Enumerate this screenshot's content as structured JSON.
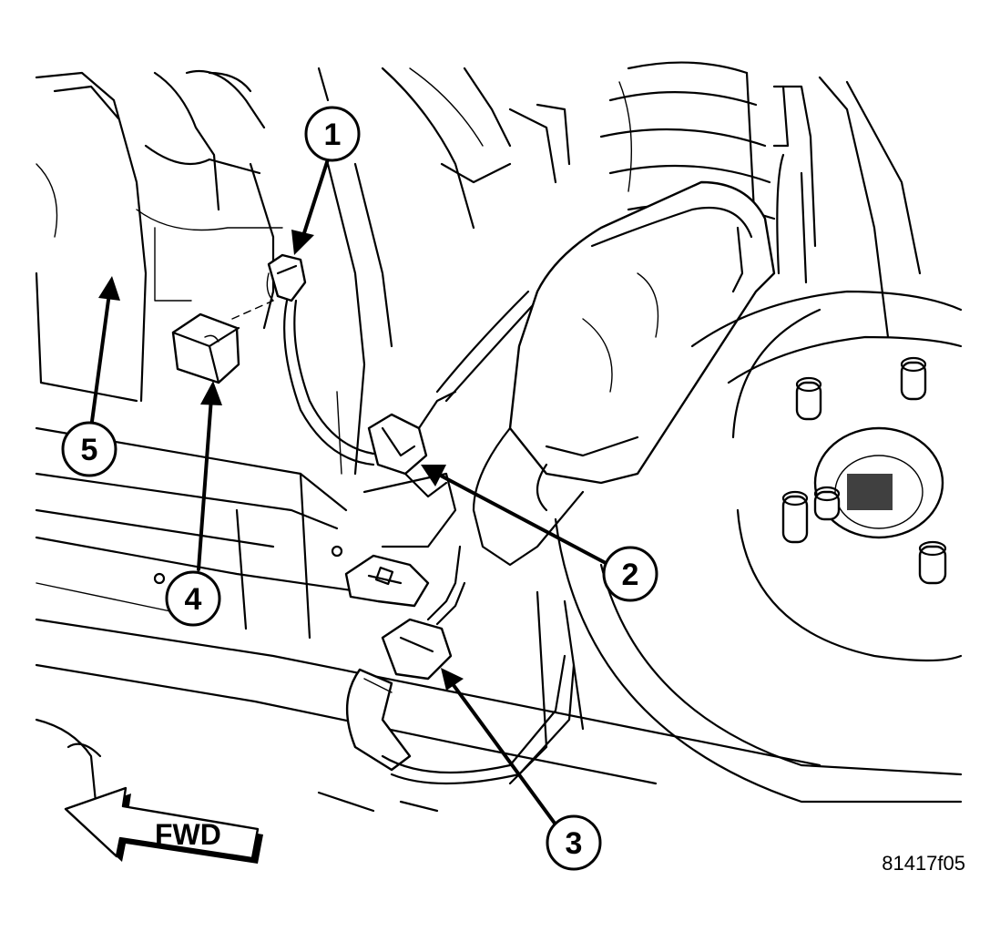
{
  "callouts": [
    {
      "id": "1",
      "label": "1"
    },
    {
      "id": "2",
      "label": "2"
    },
    {
      "id": "3",
      "label": "3"
    },
    {
      "id": "4",
      "label": "4"
    },
    {
      "id": "5",
      "label": "5"
    }
  ],
  "direction_indicator": {
    "label": "FWD"
  },
  "figure_id": "81417f05",
  "colors": {
    "ink": "#000000",
    "paper": "#ffffff"
  }
}
